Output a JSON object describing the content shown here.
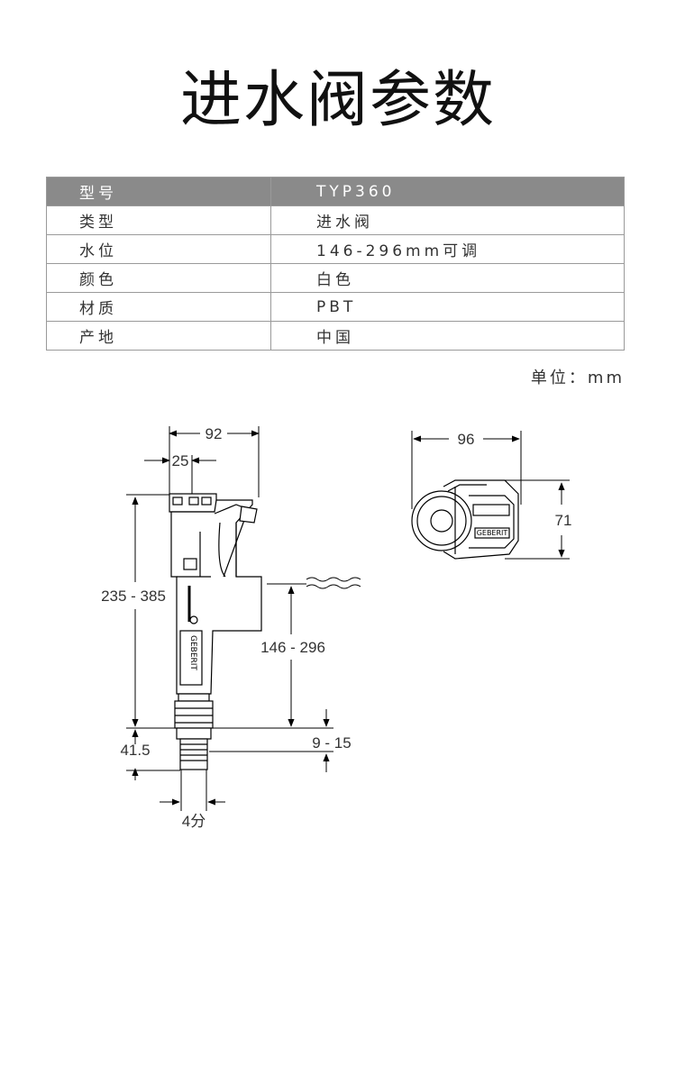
{
  "title": "进水阀参数",
  "spec_table": {
    "header": {
      "label": "型号",
      "value": "TYP360"
    },
    "rows": [
      {
        "label": "类型",
        "value": "进水阀"
      },
      {
        "label": "水位",
        "value": "146-296mm可调"
      },
      {
        "label": "颜色",
        "value": "白色"
      },
      {
        "label": "材质",
        "value": "PBT"
      },
      {
        "label": "产地",
        "value": "中国"
      }
    ]
  },
  "unit_note": "单位：mm",
  "side_view": {
    "brand": "GEBERIT",
    "dims": {
      "width_total": "92",
      "width_offset": "25",
      "height_range": "235 - 385",
      "water_level_range": "146 - 296",
      "base_offset": "41.5",
      "thread_range": "9 - 15",
      "connection": "4分"
    }
  },
  "top_view": {
    "brand": "GEBERIT",
    "dims": {
      "width": "96",
      "height": "71"
    }
  }
}
